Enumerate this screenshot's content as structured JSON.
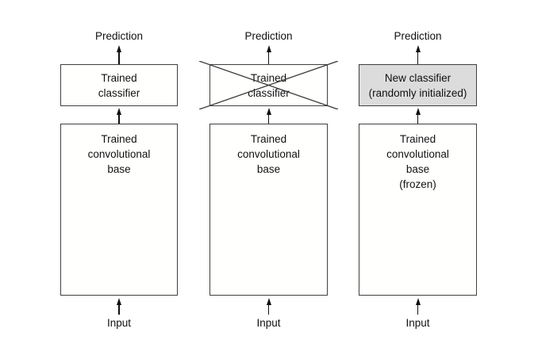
{
  "colors": {
    "box_border": "#3f3f3f",
    "box_fill": "#fffffe",
    "highlight_fill": "#dcdcdc",
    "ink": "#111111"
  },
  "columns": [
    {
      "prediction_label": "Prediction",
      "top_box_lines": [
        "Trained",
        "classifier"
      ],
      "top_box_crossed": false,
      "top_box_highlighted": false,
      "base_box_lines": [
        "Trained",
        "convolutional",
        "base"
      ],
      "input_label": "Input"
    },
    {
      "prediction_label": "Prediction",
      "top_box_lines": [
        "Trained",
        "classifier"
      ],
      "top_box_crossed": true,
      "top_box_highlighted": false,
      "base_box_lines": [
        "Trained",
        "convolutional",
        "base"
      ],
      "input_label": "Input"
    },
    {
      "prediction_label": "Prediction",
      "top_box_lines": [
        "New classifier",
        "(randomly initialized)"
      ],
      "top_box_crossed": false,
      "top_box_highlighted": true,
      "base_box_lines": [
        "Trained",
        "convolutional",
        "base",
        "(frozen)"
      ],
      "input_label": "Input"
    }
  ]
}
